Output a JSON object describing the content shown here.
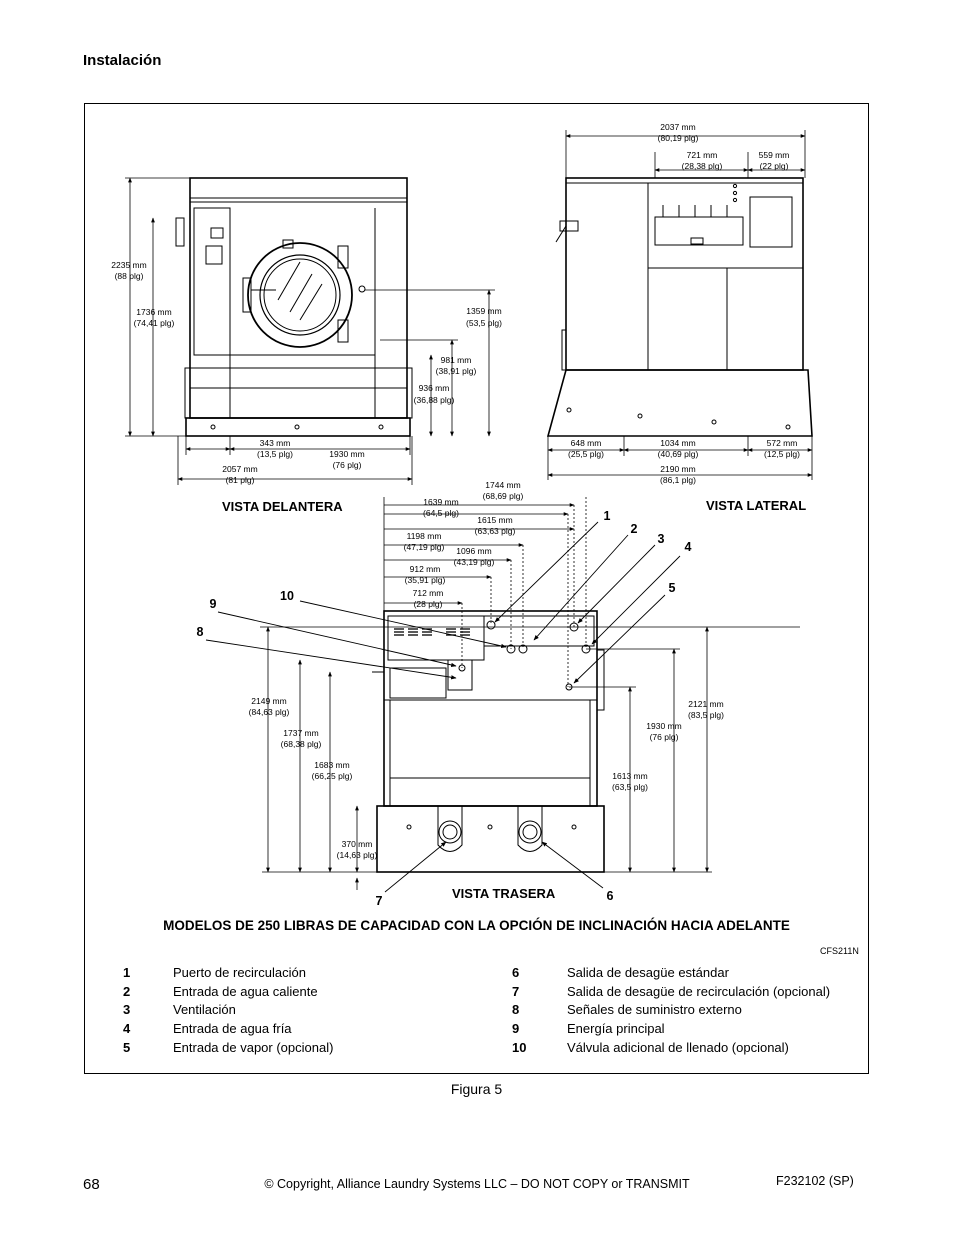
{
  "header": {
    "section": "Instalación"
  },
  "drawing": {
    "front_view": {
      "label": "VISTA DELANTERA",
      "dims": [
        {
          "mm": "2235 mm",
          "in": "(88 plg)"
        },
        {
          "mm": "1736 mm",
          "in": "(74,41 plg)"
        },
        {
          "mm": "1359 mm",
          "in": "(53,5 plg)"
        },
        {
          "mm": "981 mm",
          "in": "(38,91 plg)"
        },
        {
          "mm": "936 mm",
          "in": "(36,88 plg)"
        },
        {
          "mm": "343 mm",
          "in": "(13,5 plg)"
        },
        {
          "mm": "1930 mm",
          "in": "(76 plg)"
        },
        {
          "mm": "2057 mm",
          "in": "(81 plg)"
        }
      ]
    },
    "side_view": {
      "label": "VISTA LATERAL",
      "dims": [
        {
          "mm": "2037 mm",
          "in": "(80,19 plg)"
        },
        {
          "mm": "721 mm",
          "in": "(28,38 plg)"
        },
        {
          "mm": "559 mm",
          "in": "(22 plg)"
        },
        {
          "mm": "648 mm",
          "in": "(25,5 plg)"
        },
        {
          "mm": "1034 mm",
          "in": "(40,69 plg)"
        },
        {
          "mm": "572 mm",
          "in": "(12,5 plg)"
        },
        {
          "mm": "2190 mm",
          "in": "(86,1 plg)"
        }
      ]
    },
    "rear_view": {
      "label": "VISTA TRASERA",
      "dims": [
        {
          "mm": "1744 mm",
          "in": "(68,69 plg)"
        },
        {
          "mm": "1639 mm",
          "in": "(64,5 plg)"
        },
        {
          "mm": "1615 mm",
          "in": "(63,63 plg)"
        },
        {
          "mm": "1198 mm",
          "in": "(47,19 plg)"
        },
        {
          "mm": "1096 mm",
          "in": "(43,19 plg)"
        },
        {
          "mm": "912 mm",
          "in": "(35,91 plg)"
        },
        {
          "mm": "712 mm",
          "in": "(28 plg)"
        },
        {
          "mm": "2149 mm",
          "in": "(84,63 plg)"
        },
        {
          "mm": "1737 mm",
          "in": "(68,38 plg)"
        },
        {
          "mm": "1683 mm",
          "in": "(66,25 plg)"
        },
        {
          "mm": "370 mm",
          "in": "(14,63 plg)"
        },
        {
          "mm": "2121 mm",
          "in": "(83,5 plg)"
        },
        {
          "mm": "1930 mm",
          "in": "(76 plg)"
        },
        {
          "mm": "1613 mm",
          "in": "(63,5 plg)"
        }
      ],
      "callouts": [
        "1",
        "2",
        "3",
        "4",
        "5",
        "6",
        "7",
        "8",
        "9",
        "10"
      ]
    }
  },
  "heading": "MODELOS DE 250 LIBRAS DE CAPACIDAD CON LA OPCIÓN DE INCLINACIÓN HACIA ADELANTE",
  "drawing_code": "CFS211N",
  "legend": {
    "left": [
      {
        "num": "1",
        "text": "Puerto de recirculación"
      },
      {
        "num": "2",
        "text": "Entrada de agua caliente"
      },
      {
        "num": "3",
        "text": "Ventilación"
      },
      {
        "num": "4",
        "text": "Entrada de agua fría"
      },
      {
        "num": "5",
        "text": "Entrada de vapor (opcional)"
      }
    ],
    "right": [
      {
        "num": "6",
        "text": "Salida de desagüe estándar"
      },
      {
        "num": "7",
        "text": "Salida de desagüe de recirculación (opcional)"
      },
      {
        "num": "8",
        "text": "Señales de suministro externo"
      },
      {
        "num": "9",
        "text": "Energía principal"
      },
      {
        "num": "10",
        "text": "Válvula adicional de llenado (opcional)"
      }
    ]
  },
  "figure_caption": "Figura 5",
  "footer": {
    "page": "68",
    "copyright": "© Copyright, Alliance Laundry Systems LLC – DO NOT COPY or TRANSMIT",
    "doc_id": "F232102 (SP)"
  }
}
